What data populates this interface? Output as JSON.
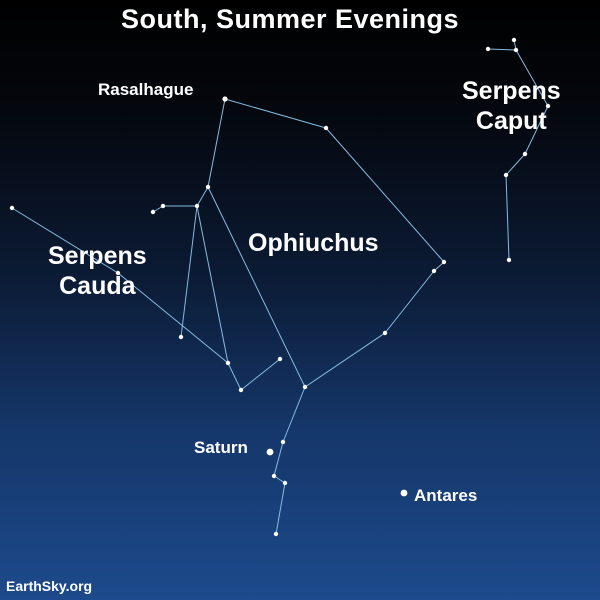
{
  "title": "South, Summer Evenings",
  "labels": {
    "rasalhague": "Rasalhague",
    "serpens_caput_line1": "Serpens",
    "serpens_caput_line2": "Caput",
    "serpens_cauda_line1": "Serpens",
    "serpens_cauda_line2": "Cauda",
    "ophiuchus": "Ophiuchus",
    "saturn": "Saturn",
    "antares": "Antares"
  },
  "credit": "EarthSky.org",
  "colors": {
    "line": "#86bce0",
    "star": "#ffffff",
    "text": "#ffffff"
  }
}
